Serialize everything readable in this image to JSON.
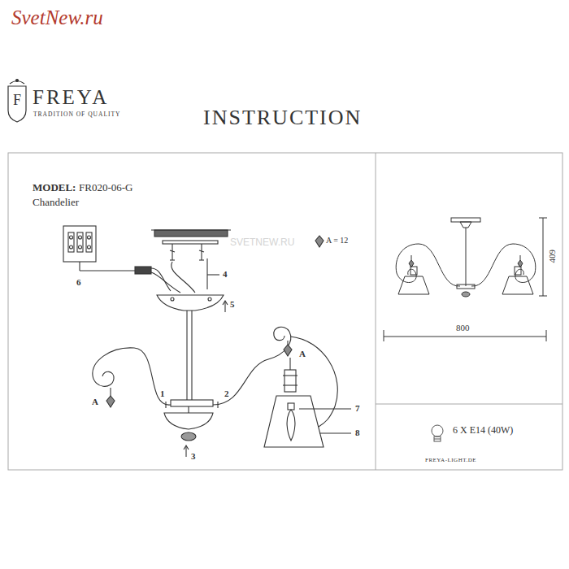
{
  "diagram": {
    "title": "INSTRUCTION",
    "labels": [
      "SvetNew.ru",
      "F",
      "FREYA",
      "TRADITION OF QUALITY",
      "MODEL:",
      "FR020-06-G",
      "Chandelier",
      "SVETNEW.RU",
      "A = 12",
      "6",
      "4",
      "5",
      "A",
      "A",
      "1",
      "2",
      "7",
      "3",
      "8",
      "409",
      "800",
      "6 X E14 (40W)",
      "FREYA-LIGHT.DE"
    ]
  }
}
